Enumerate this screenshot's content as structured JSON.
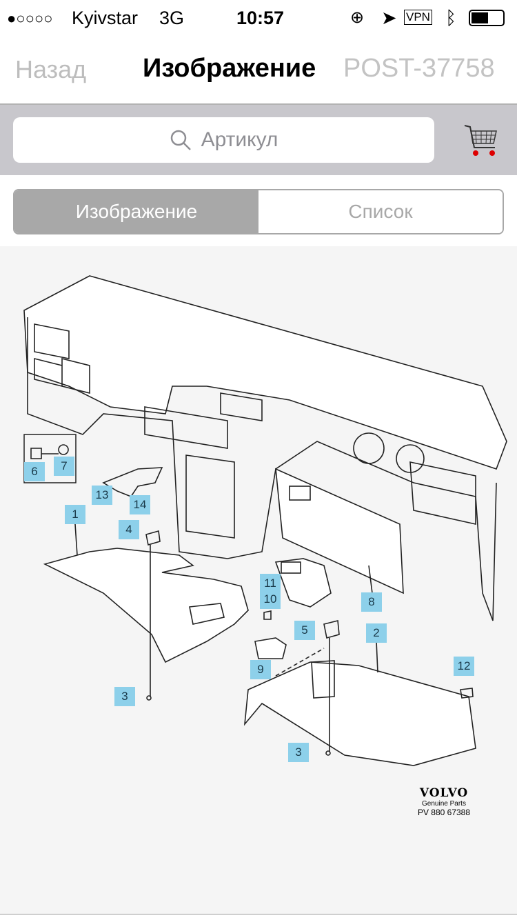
{
  "status": {
    "signal": "●○○○○",
    "carrier": "Kyivstar",
    "network": "3G",
    "time": "10:57",
    "vpn": "VPN"
  },
  "nav": {
    "back": "Назад",
    "title": "Изображение",
    "code": "POST-37758"
  },
  "search": {
    "placeholder": "Артикул",
    "icon": "search-icon"
  },
  "cart": {
    "icon": "cart-icon"
  },
  "segments": {
    "image": "Изображение",
    "list": "Список"
  },
  "callouts": [
    {
      "n": "6"
    },
    {
      "n": "7"
    },
    {
      "n": "13"
    },
    {
      "n": "14"
    },
    {
      "n": "1"
    },
    {
      "n": "4"
    },
    {
      "n": "11"
    },
    {
      "n": "10"
    },
    {
      "n": "8"
    },
    {
      "n": "5"
    },
    {
      "n": "2"
    },
    {
      "n": "9"
    },
    {
      "n": "12"
    },
    {
      "n": "3"
    },
    {
      "n": "3"
    }
  ],
  "brand": {
    "logo": "VOLVO",
    "sub": "Genuine Parts",
    "code": "PV 880 67388"
  }
}
